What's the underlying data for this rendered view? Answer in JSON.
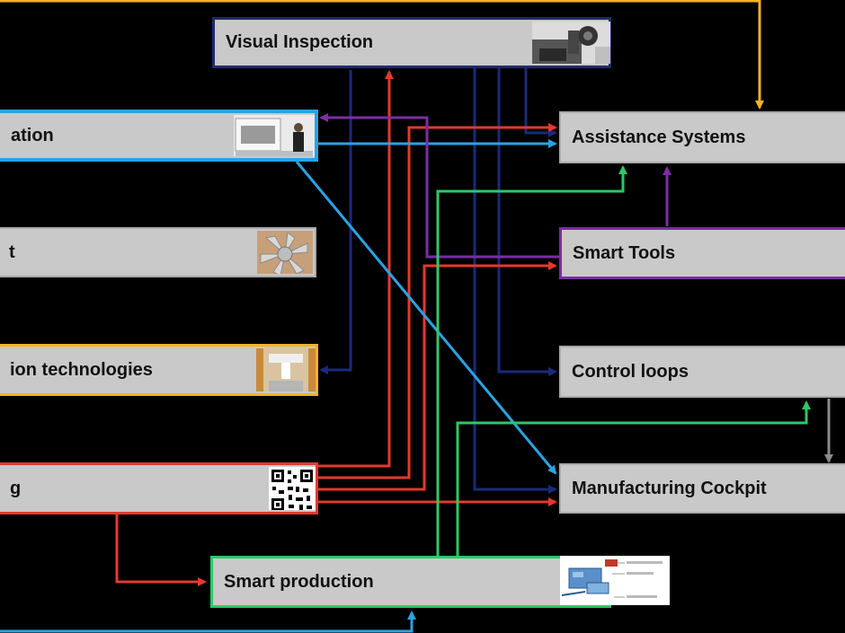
{
  "boxes": {
    "visual_inspection": {
      "label": "Visual Inspection",
      "color": "#1e2a6b"
    },
    "automation": {
      "label": "ation",
      "color": "#29a3e3"
    },
    "component": {
      "label": "t",
      "color": "#aaaaaa"
    },
    "production_technologies": {
      "label": "ion technologies",
      "color": "#f5b223"
    },
    "tracking": {
      "label": "g",
      "color": "#e4392f"
    },
    "smart_production": {
      "label": "Smart production",
      "color": "#2ec865"
    },
    "assistance_systems": {
      "label": "Assistance Systems",
      "color": "#aaaaaa"
    },
    "smart_tools": {
      "label": "Smart Tools",
      "color": "#7a2ea3"
    },
    "control_loops": {
      "label": "Control loops",
      "color": "#aaaaaa"
    },
    "manufacturing_cockpit": {
      "label": "Manufacturing Cockpit",
      "color": "#aaaaaa"
    }
  },
  "arrow_colors": {
    "yellow": "#f5b223",
    "navy": "#1a2a7a",
    "red": "#e4392f",
    "blue": "#29a3e3",
    "purple": "#7a2ea3",
    "green": "#2ec865",
    "gray": "#8a8a8a"
  },
  "icons": {
    "visual_inspection": "robot-camera-photo-icon",
    "automation": "machine-operator-photo-icon",
    "component": "turbine-blade-photo-icon",
    "production_technologies": "machine-tool-photo-icon",
    "tracking": "qr-code-icon",
    "smart_production": "production-layout-schematic-icon"
  }
}
